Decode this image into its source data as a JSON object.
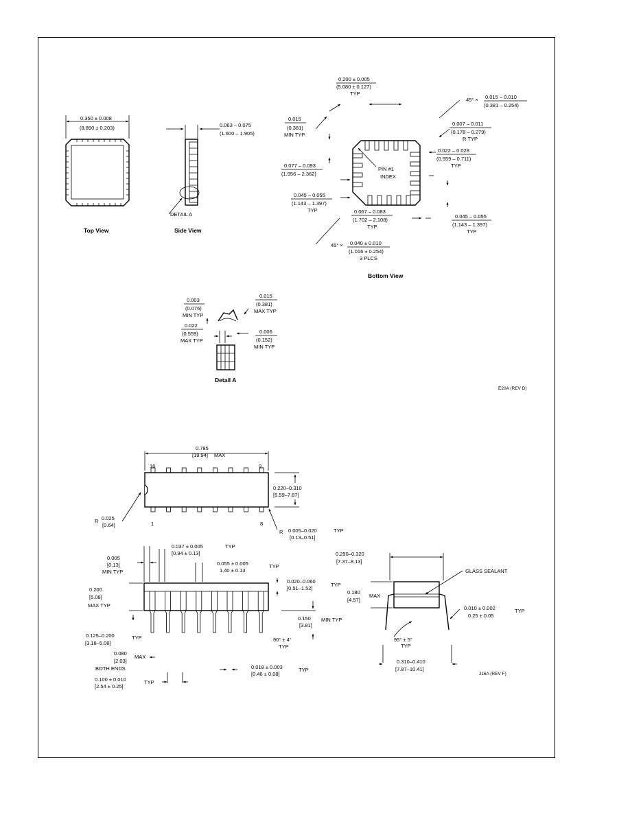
{
  "plcc": {
    "top_view": {
      "caption": "Top View",
      "dim": [
        "0.350 ± 0.008",
        "(8.890 ± 0.203)"
      ]
    },
    "side_view": {
      "caption": "Side View",
      "dim": [
        "0.063 – 0.075",
        "(1.600 – 1.905)"
      ],
      "detail_callout": "DETAIL A"
    },
    "bottom_view": {
      "caption": "Bottom View",
      "pin_index": [
        "PIN #1",
        "INDEX"
      ],
      "dims": [
        [
          "0.200 ± 0.005",
          "(5.080 ± 0.127)",
          "TYP"
        ],
        [
          "45° ×",
          "0.015 – 0.010",
          "(0.381 – 0.254)"
        ],
        [
          "0.015",
          "(0.381)",
          "MIN TYP"
        ],
        [
          "0.007 – 0.011",
          "(0.178 – 0.279)",
          "R TYP"
        ],
        [
          "0.022 – 0.028",
          "(0.559 – 0.711)",
          "TYP"
        ],
        [
          "0.077 – 0.093",
          "(1.956 – 2.362)"
        ],
        [
          "0.045 – 0.055",
          "(1.143 – 1.397)",
          "TYP"
        ],
        [
          "0.067 – 0.083",
          "(1.702 – 2.108)",
          "TYP"
        ],
        [
          "0.045 – 0.055",
          "(1.143 – 1.397)",
          "TYP"
        ],
        [
          "45° ×",
          "0.040 ± 0.010",
          "(1.016 ± 0.254)",
          "3 PLCS"
        ]
      ]
    },
    "detail_a": {
      "caption": "Detail A",
      "dims": [
        [
          "0.003",
          "(0.076)",
          "MIN TYP"
        ],
        [
          "0.015",
          "(0.381)",
          "MAX TYP"
        ],
        [
          "0.022",
          "(0.559)",
          "MAX TYP"
        ],
        [
          "0.006",
          "(0.152)",
          "MIN TYP"
        ]
      ]
    },
    "drawing_number": "E20A (REV D)"
  },
  "dip": {
    "top": {
      "length": [
        "0.785",
        "[19.94]",
        "MAX"
      ],
      "pin_labels": [
        "16",
        "9",
        "1",
        "8"
      ],
      "width": [
        "0.220–0.310",
        "[5.59–7.87]"
      ],
      "notch_r": [
        "R",
        "0.025",
        "[0.64]"
      ],
      "corner_r": [
        "R",
        "0.005–0.020",
        "TYP",
        "[0.13–0.51]"
      ]
    },
    "side": {
      "dims": [
        [
          "0.005",
          "[0.13]",
          "MIN TYP"
        ],
        [
          "0.037 ± 0.005",
          "TYP",
          "[0.94 ± 0.13]"
        ],
        [
          "0.055 ± 0.005",
          "TYP",
          "1.40 ± 0.13"
        ],
        [
          "0.020–0.060",
          "TYP",
          "[0.51–1.52]"
        ],
        [
          "0.200",
          "[5.08]",
          "MAX TYP"
        ],
        [
          "0.150",
          "MIN TYP",
          "[3.81]"
        ],
        [
          "0.125–0.200",
          "TYP",
          "[3.18–5.08]"
        ],
        [
          "90° ± 4°",
          "TYP"
        ],
        [
          "0.080",
          "MAX",
          "[2.03]",
          "BOTH ENDS"
        ],
        [
          "0.018 ± 0.003",
          "TYP",
          "[0.46 ± 0.08]"
        ],
        [
          "0.100 ± 0.010",
          "TYP",
          "[2.54 ± 0.25]"
        ]
      ]
    },
    "end": {
      "dims": [
        [
          "0.290–0.320",
          "[7.37–8.13]"
        ],
        [
          "GLASS SEALANT"
        ],
        [
          "0.180",
          "MAX",
          "[4.57]"
        ],
        [
          "0.010 ± 0.002",
          "TYP",
          "0.25 ± 0.05"
        ],
        [
          "95° ± 5°",
          "TYP"
        ],
        [
          "0.310–0.410",
          "[7.87–10.41]"
        ]
      ]
    },
    "drawing_number": "J16A (REV F)"
  }
}
